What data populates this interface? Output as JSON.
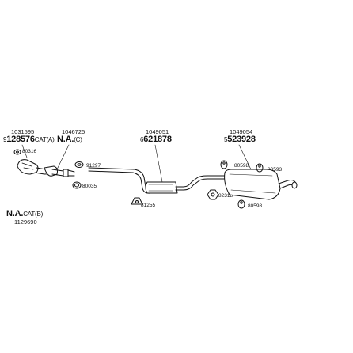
{
  "labels": {
    "part1_number": "1031595",
    "part1_code_prefix": "9",
    "part1_code": "128576",
    "part1_suffix": "CAT(A)",
    "part2_number": "1046725",
    "part2_code": "N.A.",
    "part2_suffix": "(C)",
    "part3_number": "1049051",
    "part3_code_prefix": "6",
    "part3_code": "621878",
    "part4_number": "1049054",
    "part4_code_prefix": "5",
    "part4_code": "523928",
    "cat_b_code": "N.A.",
    "cat_b_suffix": "CAT(B)",
    "cat_b_number": "1129690"
  },
  "fittings": {
    "f80316": "80316",
    "f91297": "91297",
    "f80035": "80035",
    "f81255": "81255",
    "f80598a": "80598",
    "f80593": "80593",
    "f82318": "82318",
    "f80598b": "80598"
  }
}
